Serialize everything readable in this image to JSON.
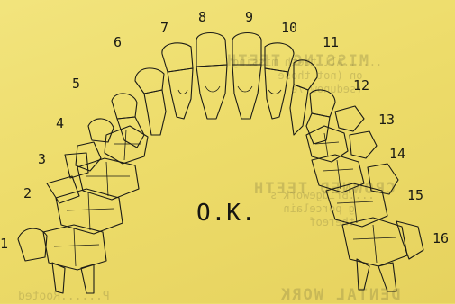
{
  "bleed_text": {
    "heading_1": "MISSING TEETH",
    "heading_1_note": "......All teeth missing\n   on (not those\n   (sedunow 7e",
    "heading_2": "CROWNED TEETH",
    "heading_2_note": "....Bridgework s\n   g porcelain\n   thereof",
    "heading_3": "DENTAL WORK",
    "heading_3_note": "P......Rooted"
  },
  "tooth_numbers": [
    "1",
    "2",
    "3",
    "4",
    "5",
    "6",
    "7",
    "8",
    "9",
    "10",
    "11",
    "12",
    "13",
    "14",
    "15",
    "16"
  ],
  "status_stamp": "O.K.",
  "colors": {
    "paper": "#ecdc6e",
    "ink": "#1b1b16"
  }
}
